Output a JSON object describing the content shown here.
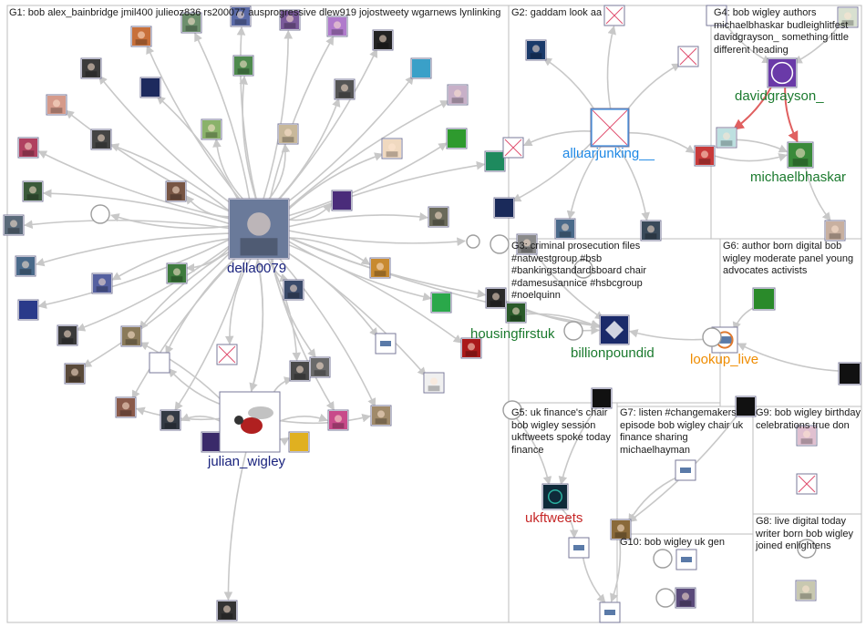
{
  "colors": {
    "edge": "#c8c8c8",
    "edge_highlight": "#e06060",
    "group_border": "#bdbdbd",
    "label_navy": "#1a237e",
    "label_blue": "#1e88e5",
    "label_green": "#1b7a2e",
    "label_red": "#c62828",
    "label_orange": "#ef8c00"
  },
  "groups": [
    {
      "id": "G1",
      "label": "G1: bob alex_bainbridge jmil400 julieoz836 rs200077 ausprogressive dlew919 jojostweety wgarnews lynlinking"
    },
    {
      "id": "G2",
      "label": "G2: gaddam look aa"
    },
    {
      "id": "G4",
      "label": "G4: bob wigley authors michaelbhaskar budleighlitfest davidgrayson_ something little different heading"
    },
    {
      "id": "G3",
      "label": "G3: criminal prosecution files #natwestgroup #bsb #bankingstandardsboard chair #damesusannice #hsbcgroup #noelquinn"
    },
    {
      "id": "G6",
      "label": "G6: author born digital bob wigley moderate panel young advocates activists"
    },
    {
      "id": "G5",
      "label": "G5: uk finance's chair bob wigley session ukftweets spoke today finance"
    },
    {
      "id": "G7",
      "label": "G7: listen #changemakers episode bob wigley chair uk finance sharing michaelhayman"
    },
    {
      "id": "G9",
      "label": "G9: bob wigley birthday celebrations true don"
    },
    {
      "id": "G8",
      "label": "G8: live digital today writer born bob wigley joined enlightens"
    },
    {
      "id": "G10",
      "label": "G10: bob wigley uk gen"
    }
  ],
  "named_nodes": [
    {
      "id": "della0079",
      "label": "della0079",
      "color": "label_navy"
    },
    {
      "id": "julian_wigley",
      "label": "julian_wigley",
      "color": "label_navy"
    },
    {
      "id": "alluarjunking__",
      "label": "alluarjunking__",
      "color": "label_blue"
    },
    {
      "id": "davidgrayson_",
      "label": "davidgrayson_",
      "color": "label_green"
    },
    {
      "id": "michaelbhaskar",
      "label": "michaelbhaskar",
      "color": "label_green"
    },
    {
      "id": "housingfirstuk",
      "label": "housingfirstuk",
      "color": "label_green"
    },
    {
      "id": "billionpoundid",
      "label": "billionpoundid",
      "color": "label_green"
    },
    {
      "id": "lookup_live",
      "label": "lookup_live",
      "color": "label_orange"
    },
    {
      "id": "ukftweets",
      "label": "ukftweets",
      "color": "label_red"
    }
  ]
}
